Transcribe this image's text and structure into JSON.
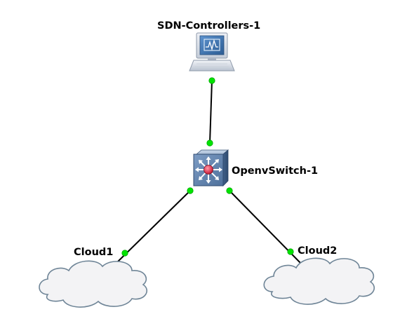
{
  "nodes": {
    "controller": {
      "label": "SDN-Controllers-1",
      "icon": "computer-monitor-icon"
    },
    "switch": {
      "label": "OpenvSwitch-1",
      "icon": "multilayer-switch-icon"
    },
    "cloud1": {
      "label": "Cloud1",
      "icon": "cloud-icon"
    },
    "cloud2": {
      "label": "Cloud2",
      "icon": "cloud-icon"
    }
  },
  "links": [
    {
      "from": "SDN-Controllers-1",
      "to": "OpenvSwitch-1"
    },
    {
      "from": "OpenvSwitch-1",
      "to": "Cloud1"
    },
    {
      "from": "OpenvSwitch-1",
      "to": "Cloud2"
    }
  ],
  "colors": {
    "port_up": "#00e400",
    "link": "#000000",
    "switch_body": "#5b7fab",
    "switch_core": "#e0405a",
    "cloud_fill": "#f3f3f5",
    "cloud_stroke": "#6f8597",
    "monitor_screen": "#3a6ea5"
  }
}
